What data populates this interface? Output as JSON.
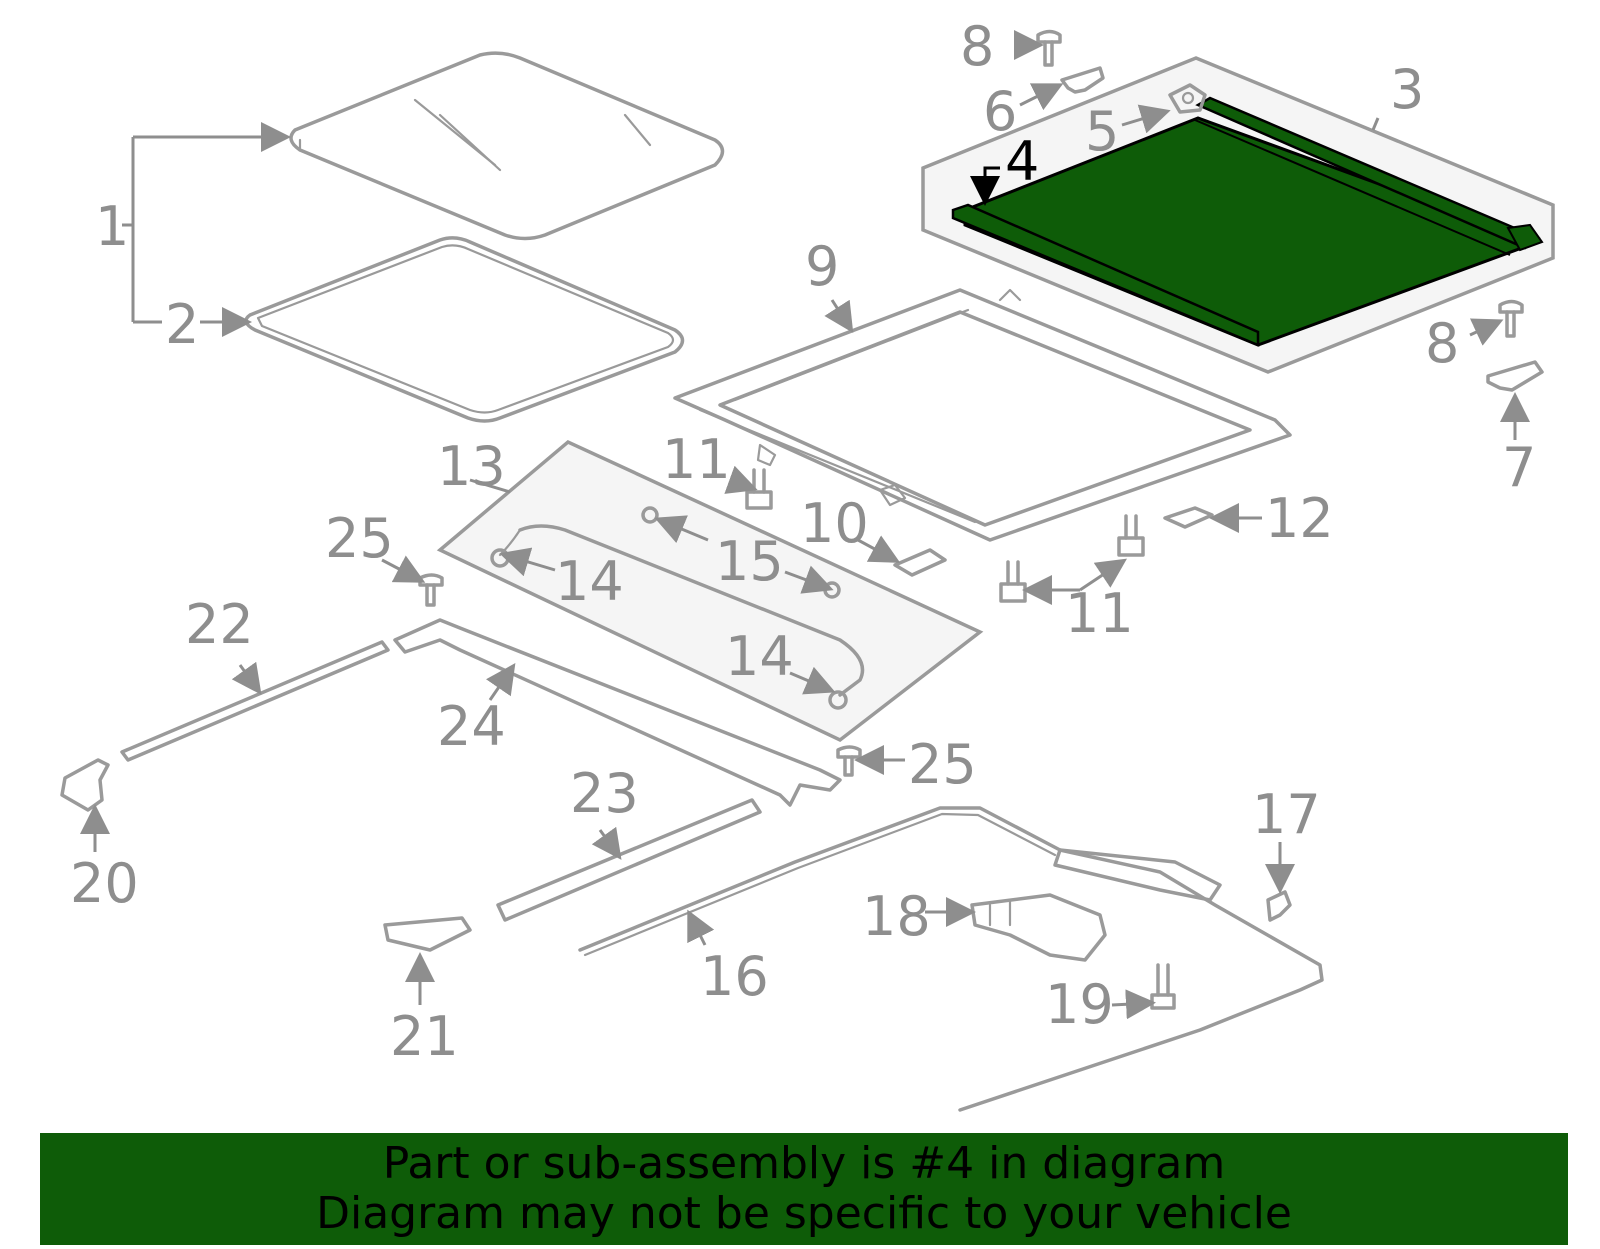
{
  "colors": {
    "highlight_fill": "#0e5c08",
    "part_stroke": "#9a9a9a",
    "callout_text": "#8e8e8e",
    "banner_bg": "#0e5c08"
  },
  "callouts": {
    "c1": "1",
    "c2": "2",
    "c3": "3",
    "c4": "4",
    "c5": "5",
    "c6": "6",
    "c7": "7",
    "c8a": "8",
    "c8b": "8",
    "c9": "9",
    "c10": "10",
    "c11a": "11",
    "c11b": "11",
    "c12": "12",
    "c13": "13",
    "c14a": "14",
    "c14b": "14",
    "c15": "15",
    "c16": "16",
    "c17": "17",
    "c18": "18",
    "c19": "19",
    "c20": "20",
    "c21": "21",
    "c22": "22",
    "c23": "23",
    "c24": "24",
    "c25a": "25",
    "c25b": "25"
  },
  "banner": {
    "line1": "Part or sub-assembly is #4 in diagram",
    "line2": "Diagram may not be specific to your vehicle"
  }
}
